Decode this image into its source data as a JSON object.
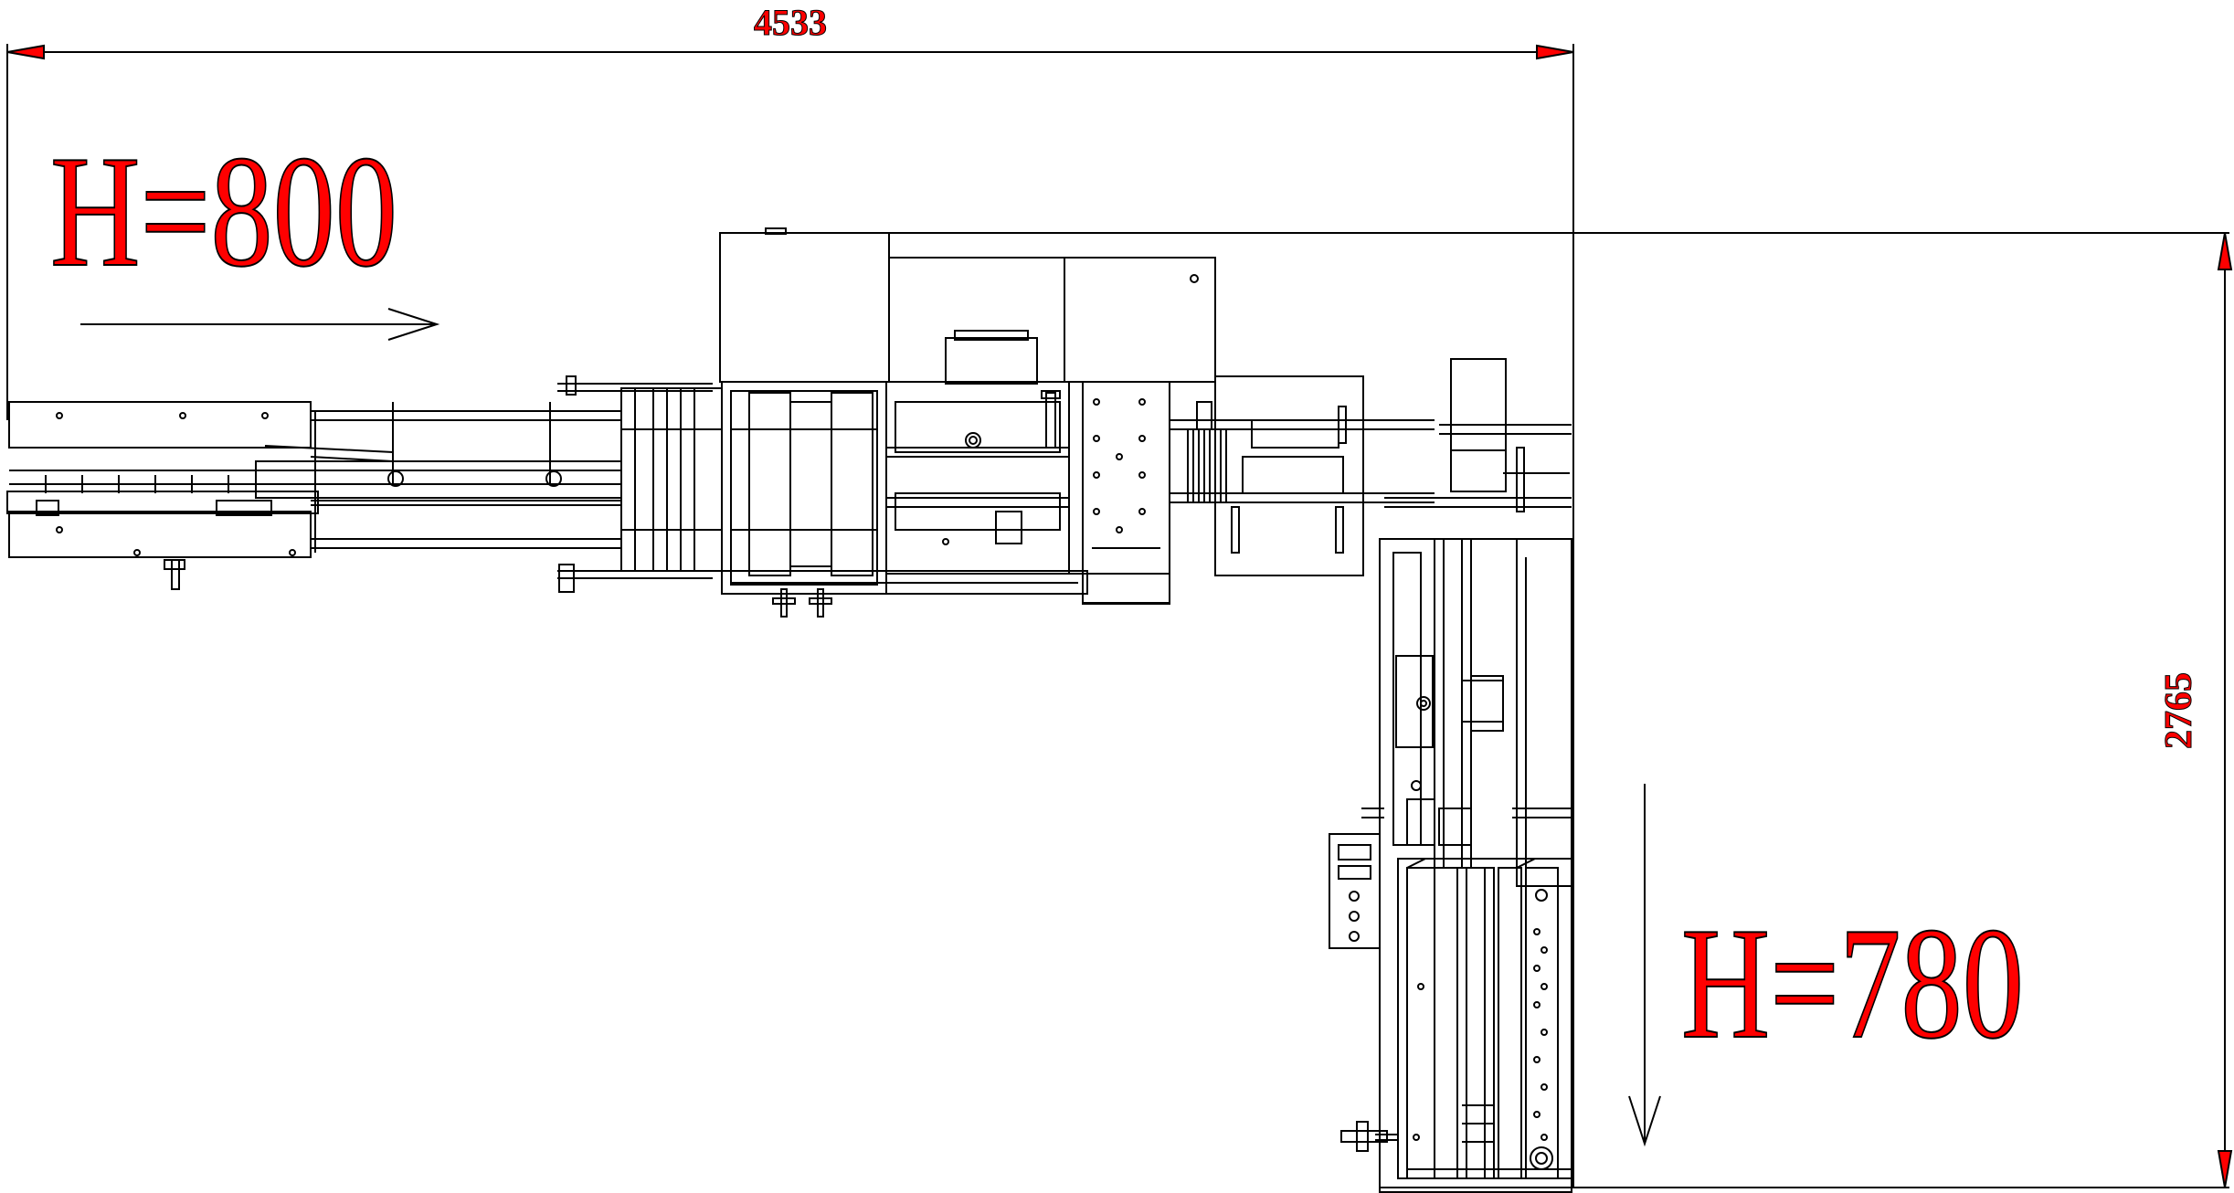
{
  "drawing": {
    "dimensions": {
      "overall_width": "4533",
      "overall_depth": "2765"
    },
    "heights": {
      "infeed": "H=800",
      "outfeed": "H=780"
    },
    "flow_arrows": [
      "right",
      "down"
    ],
    "colors": {
      "line": "#000000",
      "dimension_text": "#ff0000",
      "dimension_arrow": "#ff0000",
      "background": "#ffffff"
    }
  }
}
